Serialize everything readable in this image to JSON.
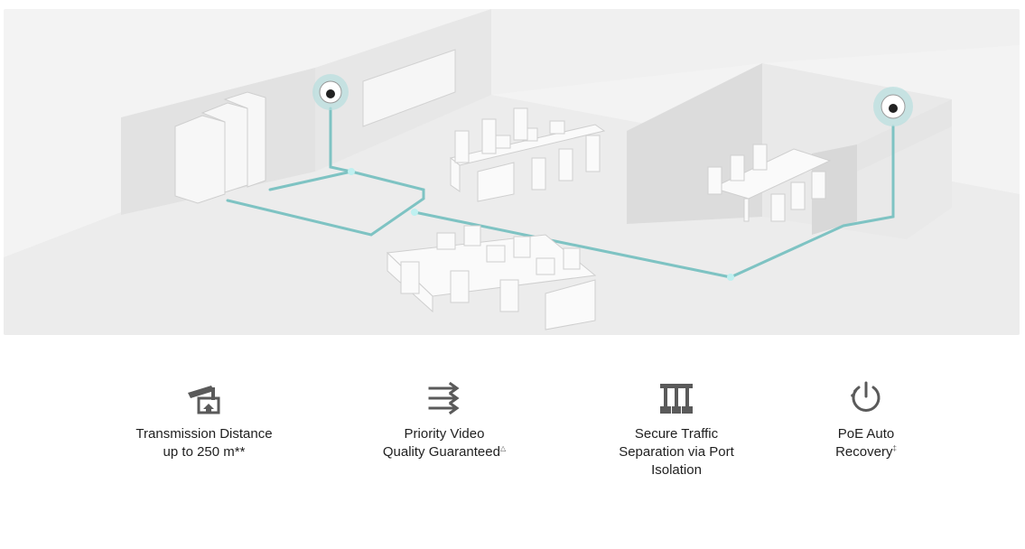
{
  "hero": {
    "icon": "office-network-illustration"
  },
  "features": [
    {
      "icon": "camera-distance-icon",
      "label": "Transmission Distance\nup to 250 m**",
      "note": ""
    },
    {
      "icon": "priority-arrows-icon",
      "label": "Priority Video\nQuality Guaranteed",
      "note": "△"
    },
    {
      "icon": "port-isolation-icon",
      "label": "Secure Traffic\nSeparation via Port\nIsolation",
      "note": ""
    },
    {
      "icon": "power-recovery-icon",
      "label": "PoE Auto\nRecovery",
      "note": "‡"
    }
  ],
  "colors": {
    "cable": "#7ec3c3",
    "icon": "#5a5a5a",
    "accent": "#4ea7a7"
  }
}
